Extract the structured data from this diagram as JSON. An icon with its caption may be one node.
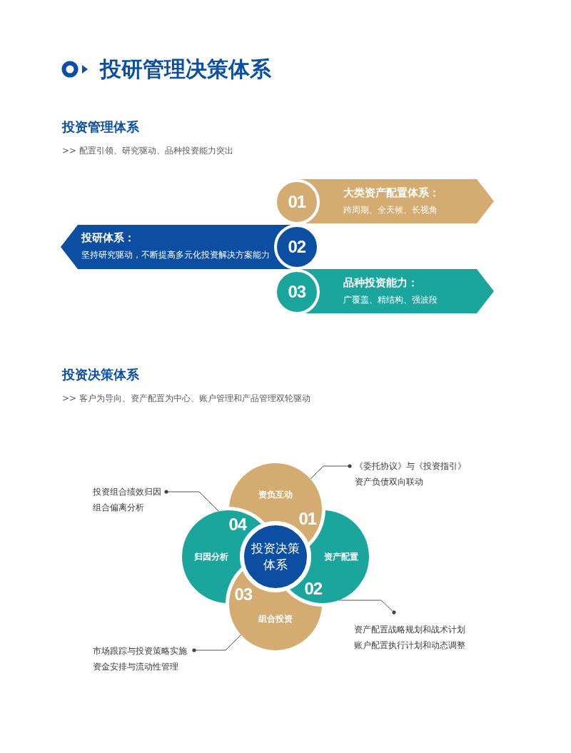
{
  "diagram": {
    "title": "投研管理决策体系",
    "nodes": [
      {
        "text": [
          "01"
        ]
      },
      {
        "text": [
          "大类资产配置体系：",
          "跨周期、全天候、长视角"
        ]
      },
      {
        "text": [
          "投研体系：",
          "坚持研究驱动，不断提高多元化投资解决方案能力"
        ]
      },
      {
        "text": [
          "02"
        ]
      },
      {
        "text": [
          "03"
        ]
      },
      {
        "text": [
          "品种投资能力：",
          "广覆盖、精结构、强波段"
        ]
      },
      {
        "text": [
          "《委托协议》与《投资指引》",
          "资产负债双向联动"
        ]
      },
      {
        "text": [
          "投资组合绩效归因",
          "组合偏离分析"
        ]
      },
      {
        "text": [
          "资负互动",
          "01"
        ]
      },
      {
        "text": [
          "04",
          "归因分析"
        ]
      },
      {
        "text": [
          "投资决策体系"
        ]
      },
      {
        "text": [
          "资产配置",
          "02"
        ]
      },
      {
        "text": [
          "03",
          "组合投资"
        ]
      },
      {
        "text": [
          "资产配置战略规划和战术计划",
          "账户配置执行计划和动态调整"
        ]
      },
      {
        "text": [
          "市场跟踪与投资策略实施",
          "资金安排与流动性管理"
        ]
      }
    ],
    "edges": [
      {
        "from": 6,
        "to": 8,
        "arrow": "other"
      },
      {
        "from": 7,
        "to": 9,
        "arrow": "other"
      },
      {
        "from": 13,
        "to": 11,
        "arrow": "other"
      },
      {
        "from": 14,
        "to": 12,
        "arrow": "other"
      }
    ],
    "labels": [
      "投资管理体系",
      ">> 配置引领、研究驱动、品种投资能力突出",
      "投资决策体系",
      ">> 客户为导向、资产配置为中心、账户管理和产品管理双轮驱动"
    ]
  }
}
